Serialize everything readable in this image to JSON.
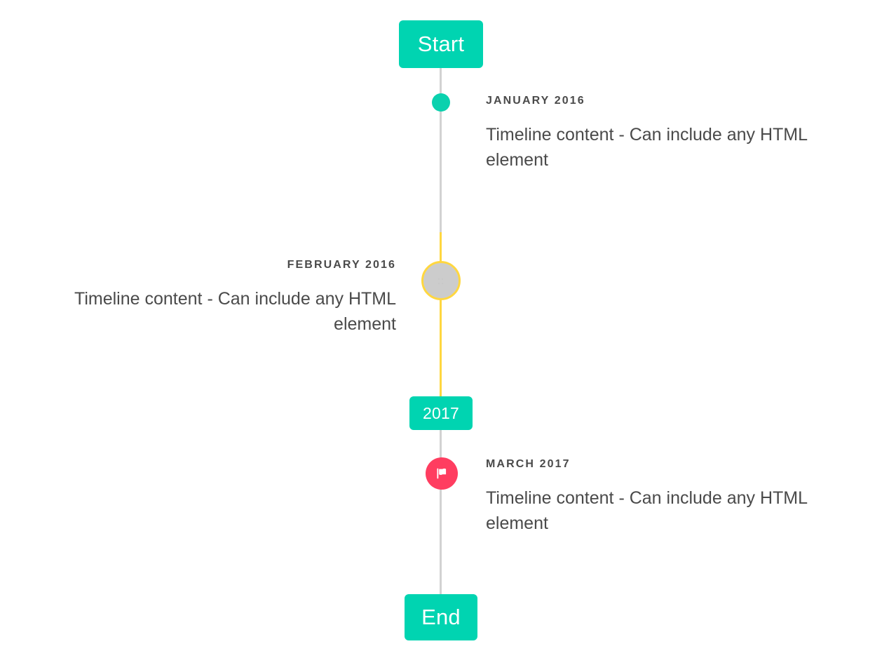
{
  "timeline": {
    "start_label": "Start",
    "mid_label": "2017",
    "end_label": "End",
    "colors": {
      "accent_teal": "#00D4B1",
      "marker_teal": "#0AD1AE",
      "line_gray": "#D2D2D2",
      "line_yellow": "#FFD740",
      "marker_gray": "#CCCCCC",
      "marker_pink": "#FF3D60",
      "text_dark": "#4A4A4A",
      "text_on_accent": "#FFFFFF"
    },
    "entries": [
      {
        "id": "january-2016",
        "date": "JANUARY 2016",
        "content": "Timeline content - Can include any HTML element",
        "side": "right",
        "marker": "dot",
        "marker_color": "#0AD1AE"
      },
      {
        "id": "february-2016",
        "date": "FEBRUARY 2016",
        "content": "Timeline content - Can include any HTML element",
        "side": "left",
        "marker": "circle-gray-ring",
        "marker_color": "#CCCCCC",
        "marker_ring_color": "#FFD740",
        "marker_glyph": "::"
      },
      {
        "id": "march-2017",
        "date": "MARCH 2017",
        "content": "Timeline content - Can include any HTML element",
        "side": "right",
        "marker": "flag-icon",
        "marker_color": "#FF3D60"
      }
    ]
  }
}
